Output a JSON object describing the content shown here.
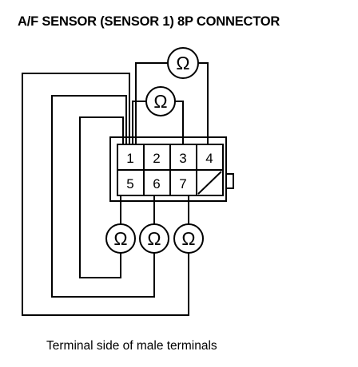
{
  "title": "A/F SENSOR (SENSOR 1) 8P CONNECTOR",
  "caption": "Terminal side of male terminals",
  "ohm_symbol": "Ω",
  "terminals": [
    "1",
    "2",
    "3",
    "4",
    "5",
    "6",
    "7"
  ],
  "colors": {
    "line": "#000000",
    "background": "#ffffff"
  }
}
